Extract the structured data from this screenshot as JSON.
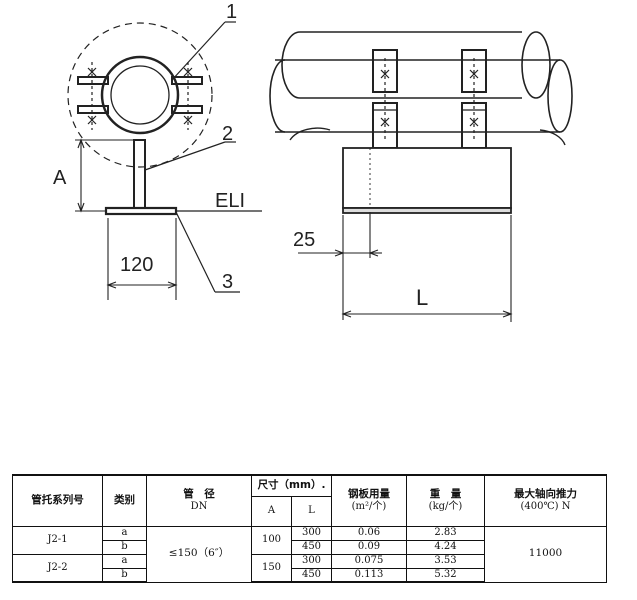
{
  "drawing": {
    "labels": {
      "part1": "1",
      "part2": "2",
      "part3": "3",
      "dim_a": "A",
      "dim_120": "120",
      "eli": "ELI",
      "dim_25": "25",
      "dim_l": "L"
    }
  },
  "table": {
    "headers": {
      "series": "管托系列号",
      "type": "类别",
      "diameter_1": "管　径",
      "diameter_2": "DN",
      "size": "尺寸（mm）.",
      "a": "A",
      "l": "L",
      "plate_1": "钢板用量",
      "plate_2": "(m²/个)",
      "weight_1": "重　量",
      "weight_2": "(kg/个)",
      "thrust_1": "最大轴向推力",
      "thrust_2": "(400℃) N"
    },
    "rows": [
      {
        "series": "J2-1",
        "type": "a",
        "a": "100",
        "l": "300",
        "plate": "0.06",
        "weight": "2.83"
      },
      {
        "series": "",
        "type": "b",
        "a": "",
        "l": "450",
        "plate": "0.09",
        "weight": "4.24"
      },
      {
        "series": "J2-2",
        "type": "a",
        "a": "150",
        "l": "300",
        "plate": "0.075",
        "weight": "3.53"
      },
      {
        "series": "",
        "type": "b",
        "a": "",
        "l": "450",
        "plate": "0.113",
        "weight": "5.32"
      }
    ],
    "dn_value": "≤150（6″）",
    "thrust_value": "11000"
  }
}
